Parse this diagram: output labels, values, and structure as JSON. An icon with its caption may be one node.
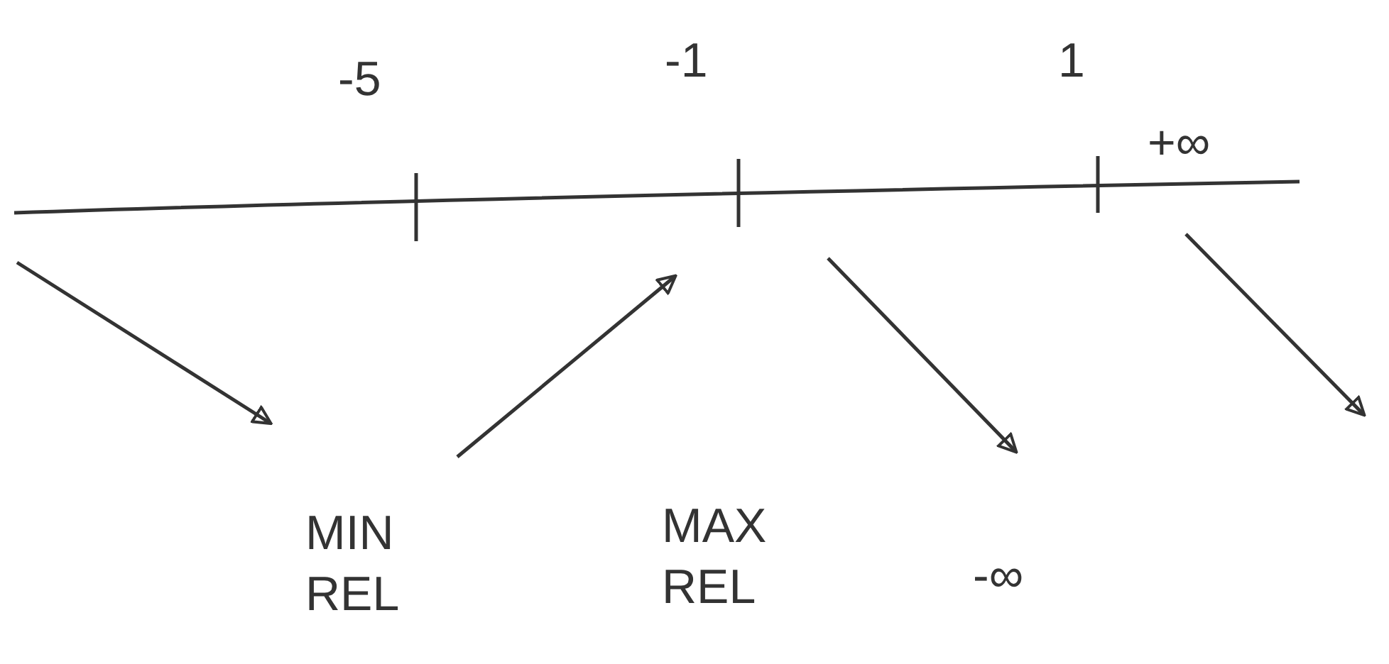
{
  "diagram": {
    "labels": [
      "-5",
      "-1",
      "1",
      "+∞",
      "MIN REL",
      "MAX REL",
      "-∞"
    ]
  }
}
